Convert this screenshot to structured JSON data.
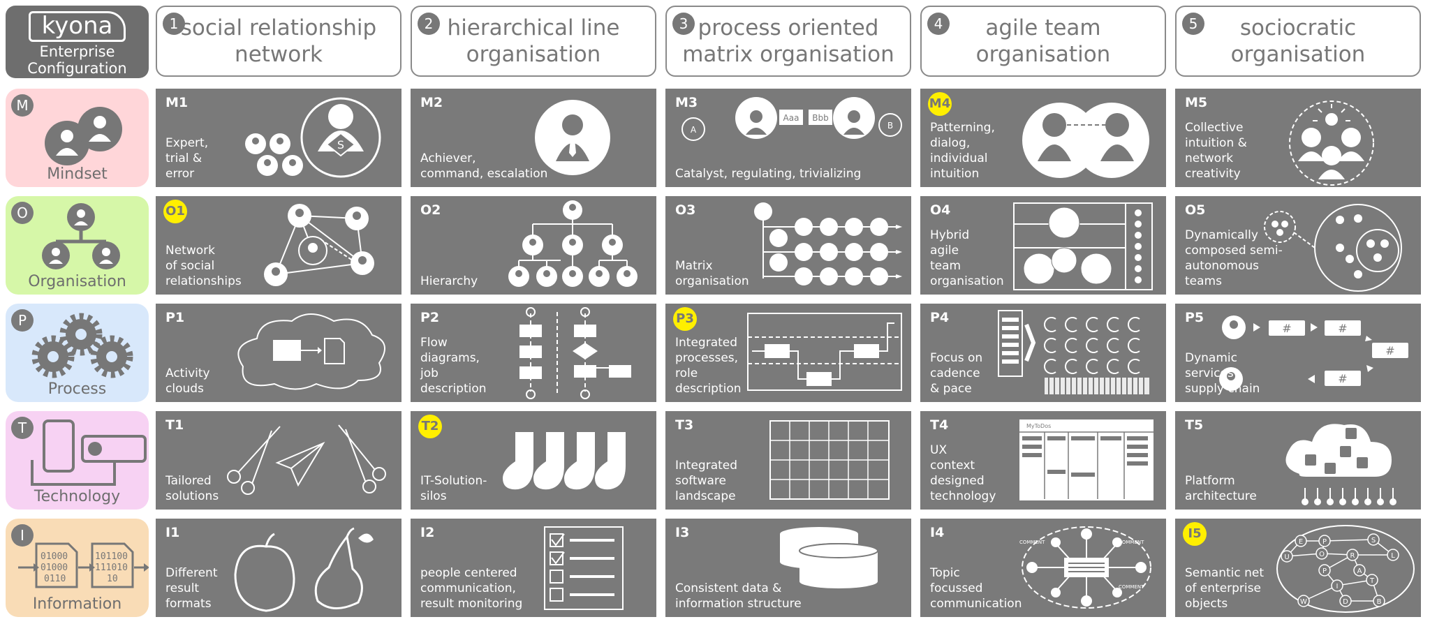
{
  "logo": {
    "brand": "kyona",
    "subtitle_1": "Enterprise",
    "subtitle_2": "Configuration"
  },
  "columns": [
    {
      "num": "1",
      "title": "social relationship network"
    },
    {
      "num": "2",
      "title": "hierarchical line organisation"
    },
    {
      "num": "3",
      "title": "process oriented matrix organisation"
    },
    {
      "num": "4",
      "title": "agile team organisation"
    },
    {
      "num": "5",
      "title": "sociocratic organisation"
    }
  ],
  "rows": [
    {
      "letter": "M",
      "name": "Mindset",
      "color": "#ffd6d9"
    },
    {
      "letter": "O",
      "name": "Organisation",
      "color": "#d6f7a8"
    },
    {
      "letter": "P",
      "name": "Process",
      "color": "#d8e8fb"
    },
    {
      "letter": "T",
      "name": "Technology",
      "color": "#f7d2f3"
    },
    {
      "letter": "I",
      "name": "Information",
      "color": "#f9dcb6"
    }
  ],
  "colors": {
    "cell_bg": "#7a7a7a",
    "highlight": "#ffef00",
    "header_text": "#777777"
  },
  "cells": {
    "M": [
      {
        "code": "M1",
        "desc": "Expert,\ntrial &\nerror",
        "highlight": false,
        "icon": "expert-money-icon"
      },
      {
        "code": "M2",
        "desc": "Achiever,\ncommand, escalation",
        "highlight": false,
        "icon": "manager-tie-icon"
      },
      {
        "code": "M3",
        "desc": "Catalyst, regulating, trivializing",
        "highlight": false,
        "icon": "graduates-award-icon"
      },
      {
        "code": "M4",
        "desc": "Patterning,\ndialog,\nindividual intuition",
        "highlight": true,
        "icon": "dialog-pair-icon"
      },
      {
        "code": "M5",
        "desc": "Collective\nintuition &\nnetwork creativity",
        "highlight": false,
        "icon": "collective-idea-icon"
      }
    ],
    "O": [
      {
        "code": "O1",
        "desc": "Network\nof social\nrelationships",
        "highlight": true,
        "icon": "social-network-icon"
      },
      {
        "code": "O2",
        "desc": "Hierarchy",
        "highlight": false,
        "icon": "hierarchy-tree-icon"
      },
      {
        "code": "O3",
        "desc": "Matrix\norganisation",
        "highlight": false,
        "icon": "matrix-grid-icon"
      },
      {
        "code": "O4",
        "desc": "Hybrid\nagile\nteam\norganisation",
        "highlight": false,
        "icon": "team-clusters-icon"
      },
      {
        "code": "O5",
        "desc": "Dynamically\ncomposed semi-\nautonomous teams",
        "highlight": false,
        "icon": "nested-teams-icon"
      }
    ],
    "P": [
      {
        "code": "P1",
        "desc": "Activity\nclouds",
        "highlight": false,
        "icon": "activity-cloud-icon"
      },
      {
        "code": "P2",
        "desc": "Flow\ndiagrams,\njob\ndescription",
        "highlight": false,
        "icon": "flowchart-icon"
      },
      {
        "code": "P3",
        "desc": "Integrated\nprocesses,\nrole\ndescription",
        "highlight": true,
        "icon": "swimlane-process-icon"
      },
      {
        "code": "P4",
        "desc": "Focus on\ncadence\n& pace",
        "highlight": false,
        "icon": "cadence-board-icon"
      },
      {
        "code": "P5",
        "desc": "Dynamic\nservices\nsupply chain",
        "highlight": false,
        "icon": "service-chain-icon"
      }
    ],
    "T": [
      {
        "code": "T1",
        "desc": "Tailored\nsolutions",
        "highlight": false,
        "icon": "scissors-plane-icon"
      },
      {
        "code": "T2",
        "desc": "IT-Solution-\nsilos",
        "highlight": true,
        "icon": "socks-icon"
      },
      {
        "code": "T3",
        "desc": "Integrated\nsoftware\nlandscape",
        "highlight": false,
        "icon": "puzzle-icon"
      },
      {
        "code": "T4",
        "desc": "UX\ncontext\ndesigned\ntechnology",
        "highlight": false,
        "icon": "kanban-app-icon",
        "app_label": "MyToDos"
      },
      {
        "code": "T5",
        "desc": "Platform\narchitecture",
        "highlight": false,
        "icon": "cloud-platform-icon"
      }
    ],
    "I": [
      {
        "code": "I1",
        "desc": "Different\nresult\nformats",
        "highlight": false,
        "icon": "apple-pear-icon"
      },
      {
        "code": "I2",
        "desc": "people centered\ncommunication,\nresult monitoring",
        "highlight": false,
        "icon": "checklist-icon"
      },
      {
        "code": "I3",
        "desc": "Consistent data &\ninformation structure",
        "highlight": false,
        "icon": "database-icon"
      },
      {
        "code": "I4",
        "desc": "Topic\nfocussed\ncommunication",
        "highlight": false,
        "icon": "comment-hub-icon",
        "comment_label": "COMMENT"
      },
      {
        "code": "I5",
        "desc": "Semantic net\nof enterprise\nobjects",
        "highlight": true,
        "icon": "semantic-net-icon",
        "net_letters": [
          "E",
          "P",
          "S",
          "U",
          "O",
          "R",
          "L",
          "P",
          "A",
          "I",
          "T",
          "W",
          "D",
          "B"
        ]
      }
    ]
  },
  "label_icons": {
    "M": "people-icon",
    "O": "org-chart-icon",
    "P": "gears-icon",
    "T": "devices-icon",
    "I": "binary-data-icon"
  },
  "binary": {
    "left": [
      "01000",
      "01000",
      "0110"
    ],
    "right": [
      "101100",
      "111010",
      "10"
    ]
  },
  "m3_labels": {
    "a": "A",
    "b": "B",
    "aaa": "Aaa",
    "bbb": "Bbb"
  },
  "s_label": "S"
}
